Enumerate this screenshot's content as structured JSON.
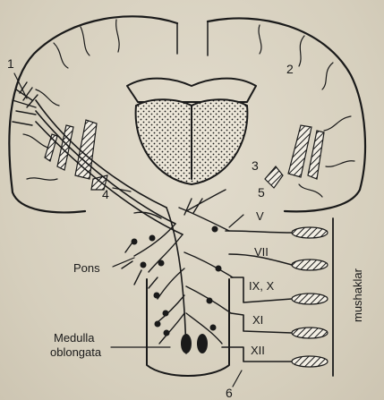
{
  "labels": {
    "n1": "1",
    "n2": "2",
    "n3": "3",
    "n4": "4",
    "n5": "5",
    "n6": "6",
    "pons": "Pons",
    "medulla_line1": "Medulla",
    "medulla_line2": "oblongata",
    "v": "V",
    "vii": "VII",
    "ix_x": "IX, X",
    "xi": "XI",
    "xii": "XII",
    "mushaklar": "mushaklar"
  },
  "colors": {
    "ink": "#1a1a1a",
    "background": "#d8d1c0"
  }
}
